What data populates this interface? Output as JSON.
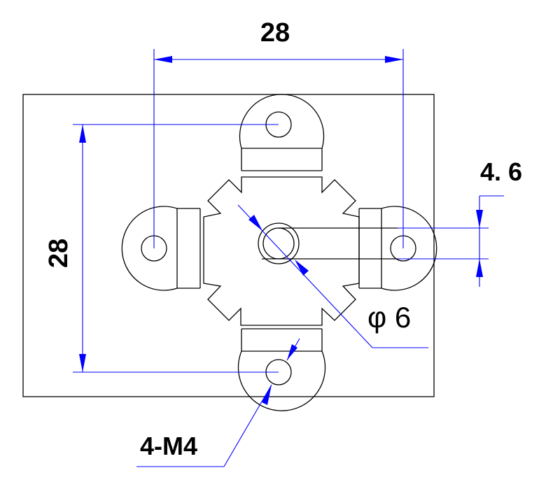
{
  "drawing": {
    "dimensions": {
      "horizontal_spacing": "28",
      "vertical_spacing": "28",
      "slot_width": "4. 6",
      "center_hole": "φ 6",
      "mount_holes": "4-M4"
    },
    "colors": {
      "outline": "#000000",
      "dimension": "#0000ff",
      "background": "#ffffff"
    }
  }
}
